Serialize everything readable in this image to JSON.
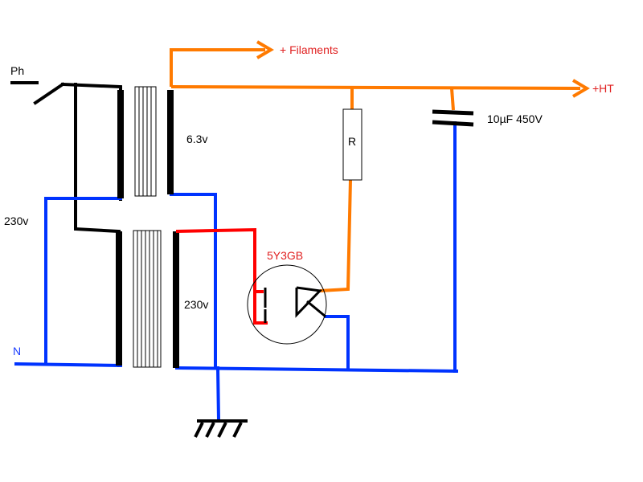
{
  "labels": {
    "ph": "Ph",
    "n": "N",
    "primary_voltage": "230v",
    "filament_voltage": "6.3v",
    "secondary_voltage": "230v",
    "filaments": "+ Filaments",
    "ht": "+HT",
    "resistor": "R",
    "capacitor": "10µF 450V",
    "tube": "5Y3GB"
  },
  "colors": {
    "phase_wire": "#000000",
    "neutral_wire": "#0033ff",
    "ht_wire": "#ff7a00",
    "heater_wire": "#ff0000",
    "label_red": "#e02020",
    "label_blue": "#1a3cff"
  }
}
